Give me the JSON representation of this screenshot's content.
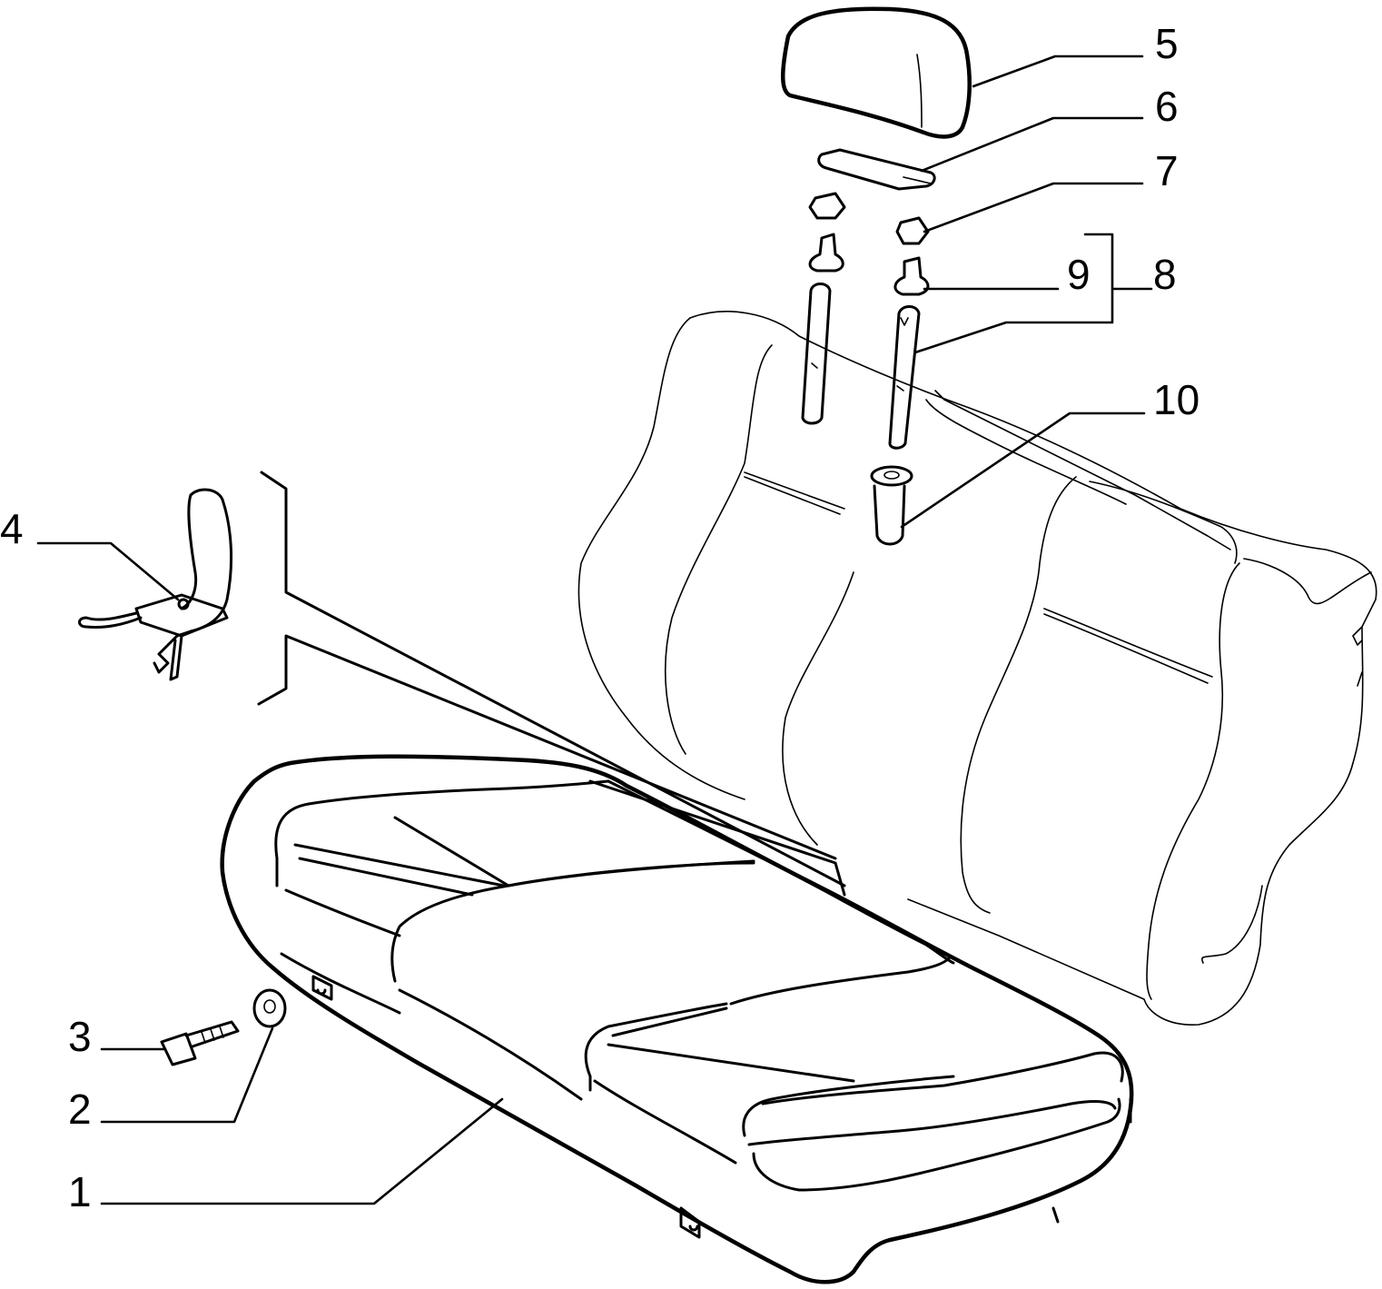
{
  "colors": {
    "ink": "#000000",
    "paper": "#ffffff"
  },
  "callouts": [
    {
      "id": "1",
      "label": "1"
    },
    {
      "id": "2",
      "label": "2"
    },
    {
      "id": "3",
      "label": "3"
    },
    {
      "id": "4",
      "label": "4"
    },
    {
      "id": "5",
      "label": "5"
    },
    {
      "id": "6",
      "label": "6"
    },
    {
      "id": "7",
      "label": "7"
    },
    {
      "id": "8",
      "label": "8"
    },
    {
      "id": "9",
      "label": "9"
    },
    {
      "id": "10",
      "label": "10"
    }
  ]
}
